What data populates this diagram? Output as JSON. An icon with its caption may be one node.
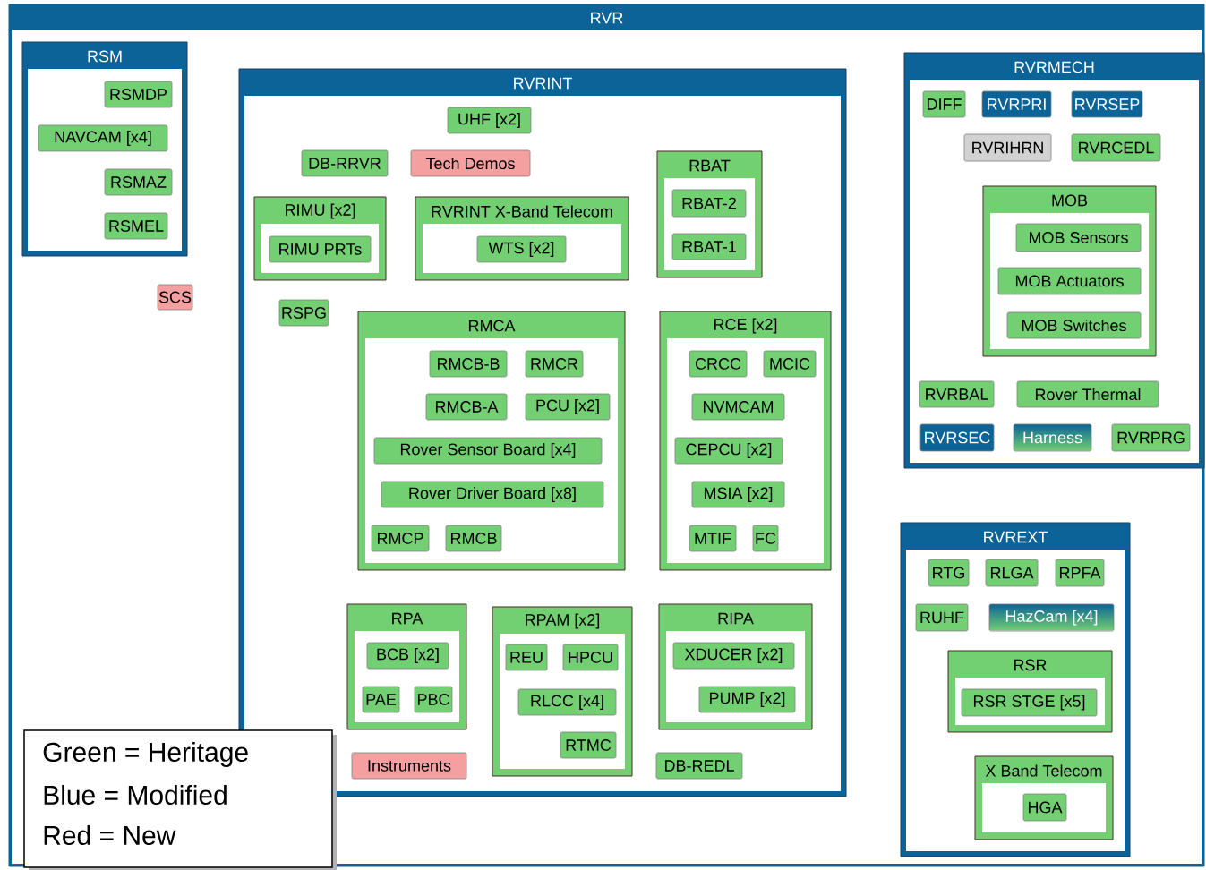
{
  "diagram": {
    "nodes": [
      {
        "text": [
          "RVR"
        ]
      },
      {
        "text": [
          "RSM"
        ],
        "in": 0
      },
      {
        "text": [
          "RSMDP"
        ],
        "in": 1
      },
      {
        "text": [
          "NAVCAM [x4]"
        ],
        "in": 1
      },
      {
        "text": [
          "RSMAZ"
        ],
        "in": 1
      },
      {
        "text": [
          "RSMEL"
        ],
        "in": 1
      },
      {
        "text": [
          "SCS"
        ],
        "in": 0
      },
      {
        "text": [
          "RVRINT"
        ],
        "in": 0
      },
      {
        "text": [
          "UHF [x2]"
        ],
        "in": 7
      },
      {
        "text": [
          "DB-RRVR"
        ],
        "in": 7
      },
      {
        "text": [
          "Tech Demos"
        ],
        "in": 7
      },
      {
        "text": [
          "RBAT"
        ],
        "in": 7
      },
      {
        "text": [
          "RBAT-2"
        ],
        "in": 11
      },
      {
        "text": [
          "RBAT-1"
        ],
        "in": 11
      },
      {
        "text": [
          "RIMU [x2]"
        ],
        "in": 7
      },
      {
        "text": [
          "RIMU PRTs"
        ],
        "in": 14
      },
      {
        "text": [
          "RVRINT X-Band Telecom"
        ],
        "in": 7
      },
      {
        "text": [
          "WTS [x2]"
        ],
        "in": 16
      },
      {
        "text": [
          "RSPG"
        ],
        "in": 7
      },
      {
        "text": [
          "RMCA"
        ],
        "in": 7
      },
      {
        "text": [
          "RMCB-B"
        ],
        "in": 19
      },
      {
        "text": [
          "RMCR"
        ],
        "in": 19
      },
      {
        "text": [
          "RMCB-A"
        ],
        "in": 19
      },
      {
        "text": [
          "PCU [x2]"
        ],
        "in": 19
      },
      {
        "text": [
          "Rover Sensor Board [x4]"
        ],
        "in": 19
      },
      {
        "text": [
          "Rover Driver Board [x8]"
        ],
        "in": 19
      },
      {
        "text": [
          "RMCP"
        ],
        "in": 19
      },
      {
        "text": [
          "RMCB"
        ],
        "in": 19
      },
      {
        "text": [
          "RCE [x2]"
        ],
        "in": 7
      },
      {
        "text": [
          "CRCC"
        ],
        "in": 28
      },
      {
        "text": [
          "MCIC"
        ],
        "in": 28
      },
      {
        "text": [
          "NVMCAM"
        ],
        "in": 28
      },
      {
        "text": [
          "CEPCU [x2]"
        ],
        "in": 28
      },
      {
        "text": [
          "MSIA [x2]"
        ],
        "in": 28
      },
      {
        "text": [
          "MTIF"
        ],
        "in": 28
      },
      {
        "text": [
          "FC"
        ],
        "in": 28
      },
      {
        "text": [
          "RPA"
        ],
        "in": 7
      },
      {
        "text": [
          "BCB [x2]"
        ],
        "in": 36
      },
      {
        "text": [
          "PAE"
        ],
        "in": 36
      },
      {
        "text": [
          "PBC"
        ],
        "in": 36
      },
      {
        "text": [
          "RPAM [x2]"
        ],
        "in": 7
      },
      {
        "text": [
          "REU"
        ],
        "in": 40
      },
      {
        "text": [
          "HPCU"
        ],
        "in": 40
      },
      {
        "text": [
          "RLCC [x4]"
        ],
        "in": 40
      },
      {
        "text": [
          "RTMC"
        ],
        "in": 40
      },
      {
        "text": [
          "RIPA"
        ],
        "in": 7
      },
      {
        "text": [
          "XDUCER [x2]"
        ],
        "in": 45
      },
      {
        "text": [
          "PUMP [x2]"
        ],
        "in": 45
      },
      {
        "text": [
          "Instruments"
        ],
        "in": 7
      },
      {
        "text": [
          "DB-REDL"
        ],
        "in": 7
      },
      {
        "text": [
          "RVRMECH"
        ],
        "in": 0
      },
      {
        "text": [
          "DIFF"
        ],
        "in": 50
      },
      {
        "text": [
          "RVRPRI"
        ],
        "in": 50
      },
      {
        "text": [
          "RVRSEP"
        ],
        "in": 50
      },
      {
        "text": [
          "RVRIHRN"
        ],
        "in": 50
      },
      {
        "text": [
          "RVRCEDL"
        ],
        "in": 50
      },
      {
        "text": [
          "MOB"
        ],
        "in": 50
      },
      {
        "text": [
          "MOB Sensors"
        ],
        "in": 56
      },
      {
        "text": [
          "MOB Actuators"
        ],
        "in": 56
      },
      {
        "text": [
          "MOB Switches"
        ],
        "in": 56
      },
      {
        "text": [
          "RVRBAL"
        ],
        "in": 50
      },
      {
        "text": [
          "Rover Thermal"
        ],
        "in": 50
      },
      {
        "text": [
          "RVRSEC"
        ],
        "in": 50
      },
      {
        "text": [
          "Harness"
        ],
        "in": 50
      },
      {
        "text": [
          "RVRPRG"
        ],
        "in": 50
      },
      {
        "text": [
          "RVREXT"
        ],
        "in": 0
      },
      {
        "text": [
          "RTG"
        ],
        "in": 65
      },
      {
        "text": [
          "RLGA"
        ],
        "in": 65
      },
      {
        "text": [
          "RPFA"
        ],
        "in": 65
      },
      {
        "text": [
          "RUHF"
        ],
        "in": 65
      },
      {
        "text": [
          "HazCam [x4]"
        ],
        "in": 65
      },
      {
        "text": [
          "RSR"
        ],
        "in": 65
      },
      {
        "text": [
          "RSR STGE [x5]"
        ],
        "in": 71
      },
      {
        "text": [
          "X Band Telecom"
        ],
        "in": 65
      },
      {
        "text": [
          "HGA"
        ],
        "in": 73
      }
    ],
    "legend": [
      {
        "text": "Green = Heritage"
      },
      {
        "text": "Blue = Modified"
      },
      {
        "text": "Red = New"
      }
    ]
  }
}
